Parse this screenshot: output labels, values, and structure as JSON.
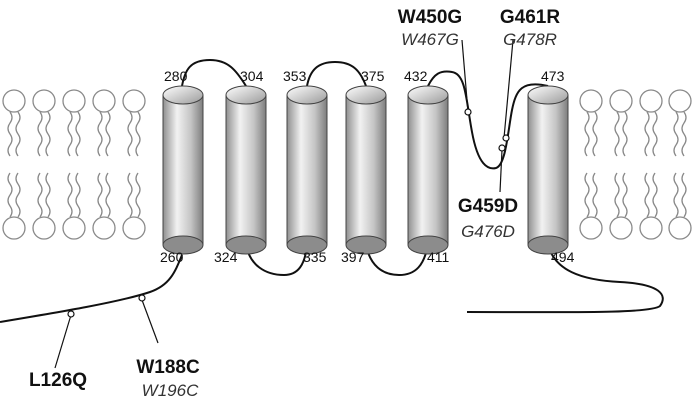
{
  "residue_labels": {
    "h1_top": "280",
    "h1_bottom": "260",
    "h2_top": "304",
    "h2_bottom": "324",
    "h3_top": "353",
    "h3_bottom": "335",
    "h4_top": "375",
    "h4_bottom": "397",
    "h5_top": "432",
    "h5_bottom": "411",
    "h6_top": "473",
    "h6_bottom": "494"
  },
  "mutations": [
    {
      "name": "W450G",
      "alt": "W467G"
    },
    {
      "name": "G461R",
      "alt": "G478R"
    },
    {
      "name": "G459D",
      "alt": "G476D"
    },
    {
      "name": "L126Q",
      "alt": ""
    },
    {
      "name": "W188C",
      "alt": "W196C"
    }
  ],
  "colors": {
    "line": "#111111",
    "lipid_stroke": "#8a8a8a",
    "helix_dark": "#8f8f8f",
    "helix_light": "#f2f2f2"
  }
}
